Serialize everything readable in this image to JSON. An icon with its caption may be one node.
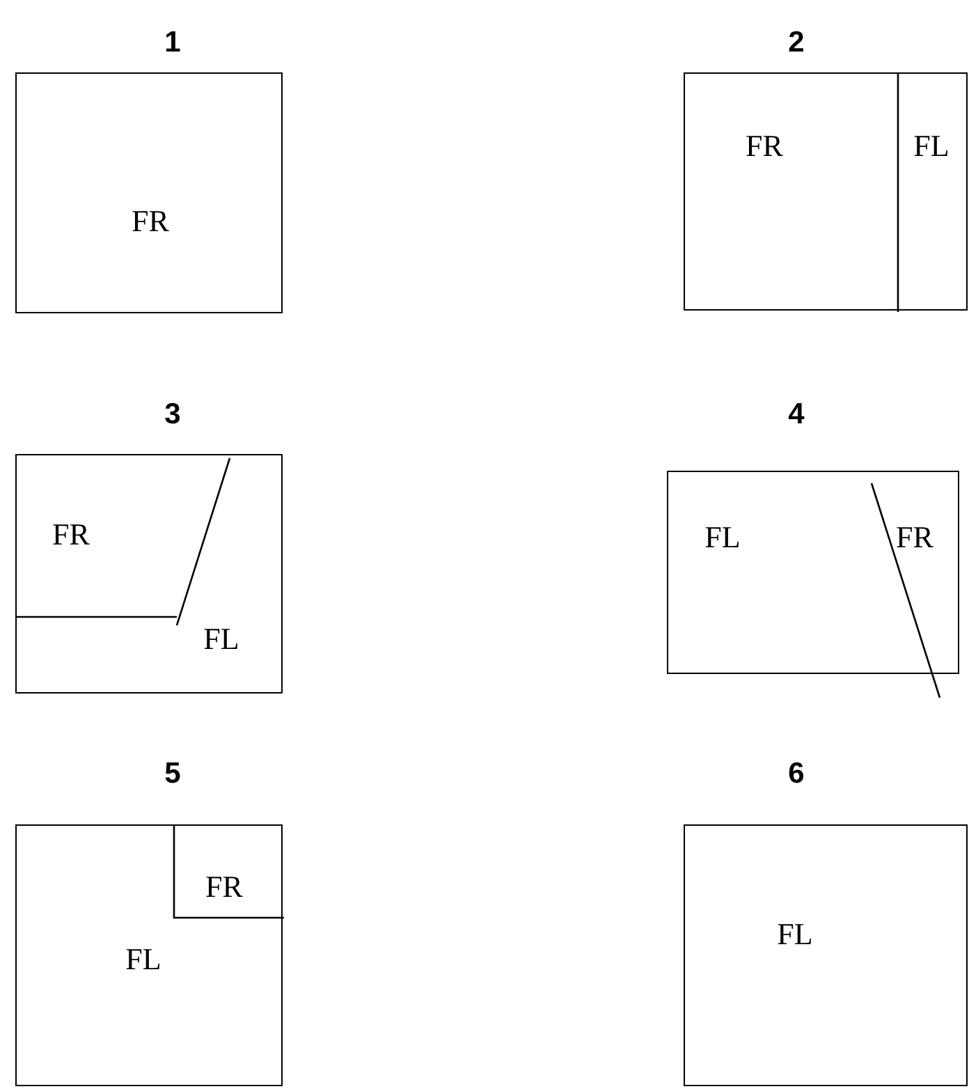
{
  "diagram": {
    "nodes": [
      {
        "text": [
          "1",
          "FR"
        ]
      },
      {
        "text": [
          "2",
          "FR",
          "FL"
        ]
      },
      {
        "text": [
          "3",
          "FR",
          "FL"
        ]
      },
      {
        "text": [
          "4",
          "FL",
          "FR"
        ]
      },
      {
        "text": [
          "5",
          "FR",
          "FL"
        ]
      },
      {
        "text": [
          "6",
          "FL"
        ]
      }
    ]
  }
}
